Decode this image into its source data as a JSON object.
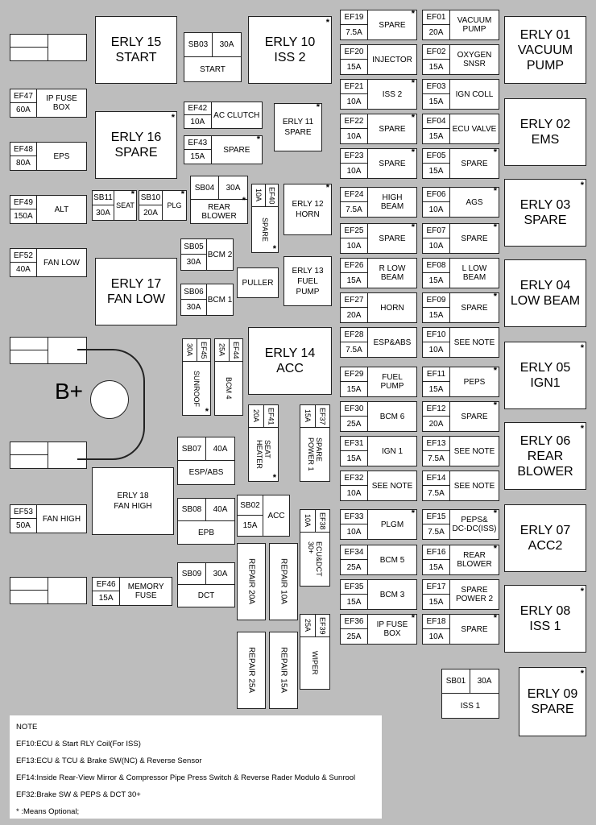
{
  "relays": {
    "erly15": "ERLY 15\nSTART",
    "erly10": "ERLY 10\nISS 2",
    "erly16": "ERLY 16\nSPARE",
    "erly11": "ERLY 11\nSPARE",
    "erly12": "ERLY 12\nHORN",
    "erly13": "ERLY 13\nFUEL\nPUMP",
    "erly17": "ERLY 17\nFAN LOW",
    "erly14": "ERLY 14\nACC",
    "erly18": "ERLY 18\nFAN HIGH",
    "erly01": "ERLY 01\nVACUUM\nPUMP",
    "erly02": "ERLY 02\nEMS",
    "erly03": "ERLY 03\nSPARE",
    "erly04": "ERLY 04\nLOW BEAM",
    "erly05": "ERLY 05\nIGN1",
    "erly06": "ERLY 06\nREAR\nBLOWER",
    "erly07": "ERLY 07\nACC2",
    "erly08": "ERLY 08\nISS 1",
    "erly09": "ERLY 09\nSPARE",
    "puller": "PULLER",
    "bplus": "B+"
  },
  "sb": {
    "sb03": {
      "id": "SB03",
      "amp": "30A",
      "label": "START"
    },
    "sb04": {
      "id": "SB04",
      "amp": "30A",
      "label": "REAR\nBLOWER"
    },
    "sb05": {
      "id": "SB05",
      "amp": "30A",
      "label": "BCM 2"
    },
    "sb06": {
      "id": "SB06",
      "amp": "30A",
      "label": "BCM 1"
    },
    "sb07": {
      "id": "SB07",
      "amp": "40A",
      "label": "ESP/ABS"
    },
    "sb08": {
      "id": "SB08",
      "amp": "40A",
      "label": "EPB"
    },
    "sb09": {
      "id": "SB09",
      "amp": "30A",
      "label": "DCT"
    },
    "sb02": {
      "id": "SB02",
      "amp": "15A",
      "label": "ACC"
    },
    "sb01": {
      "id": "SB01",
      "amp": "30A",
      "label": "ISS 1"
    },
    "sb11": {
      "id": "SB11",
      "amp": "30A",
      "label": "SEAT"
    },
    "sb10": {
      "id": "SB10",
      "amp": "20A",
      "label": "PLG"
    }
  },
  "left_fuses": {
    "ef47": {
      "id": "EF47",
      "amp": "60A",
      "label": "IP FUSE\nBOX"
    },
    "ef48": {
      "id": "EF48",
      "amp": "80A",
      "label": "EPS"
    },
    "ef49": {
      "id": "EF49",
      "amp": "150A",
      "label": "ALT"
    },
    "ef52": {
      "id": "EF52",
      "amp": "40A",
      "label": "FAN LOW"
    },
    "ef53": {
      "id": "EF53",
      "amp": "50A",
      "label": "FAN HIGH"
    },
    "ef46": {
      "id": "EF46",
      "amp": "15A",
      "label": "MEMORY\nFUSE"
    },
    "ef42": {
      "id": "EF42",
      "amp": "10A",
      "label": "AC CLUTCH"
    },
    "ef43": {
      "id": "EF43",
      "amp": "15A",
      "label": "SPARE"
    }
  },
  "vertical_fuses": {
    "ef40": {
      "id": "EF40",
      "amp": "10A",
      "label": "SPARE"
    },
    "ef45": {
      "id": "EF45",
      "amp": "30A",
      "label": "SUNROOF"
    },
    "ef44": {
      "id": "EF44",
      "amp": "25A",
      "label": "BCM 4"
    },
    "ef41": {
      "id": "EF41",
      "amp": "20A",
      "label": "SEAT\nHEATER"
    },
    "ef37": {
      "id": "EF37",
      "amp": "15A",
      "label": "SPARE\nPOWER 1"
    },
    "ef38": {
      "id": "EF38",
      "amp": "10A",
      "label": "ECU&DCT\n30+"
    },
    "ef39": {
      "id": "EF39",
      "amp": "25A",
      "label": "WIPER"
    }
  },
  "repairs": {
    "r1": "REPAIR 20A",
    "r2": "REPAIR 10A",
    "r3": "REPAIR 25A",
    "r4": "REPAIR 15A"
  },
  "col1": [
    {
      "id": "EF19",
      "amp": "7.5A",
      "label": "SPARE"
    },
    {
      "id": "EF20",
      "amp": "15A",
      "label": "INJECTOR"
    },
    {
      "id": "EF21",
      "amp": "10A",
      "label": "ISS 2"
    },
    {
      "id": "EF22",
      "amp": "10A",
      "label": "SPARE"
    },
    {
      "id": "EF23",
      "amp": "10A",
      "label": "SPARE"
    },
    {
      "id": "EF24",
      "amp": "7.5A",
      "label": "HIGH\nBEAM"
    },
    {
      "id": "EF25",
      "amp": "10A",
      "label": "SPARE"
    },
    {
      "id": "EF26",
      "amp": "15A",
      "label": "R LOW\nBEAM"
    },
    {
      "id": "EF27",
      "amp": "20A",
      "label": "HORN"
    },
    {
      "id": "EF28",
      "amp": "7.5A",
      "label": "ESP&ABS"
    },
    {
      "id": "EF29",
      "amp": "15A",
      "label": "FUEL\nPUMP"
    },
    {
      "id": "EF30",
      "amp": "25A",
      "label": "BCM 6"
    },
    {
      "id": "EF31",
      "amp": "15A",
      "label": "IGN 1"
    },
    {
      "id": "EF32",
      "amp": "10A",
      "label": "SEE NOTE"
    },
    {
      "id": "EF33",
      "amp": "10A",
      "label": "PLGM"
    },
    {
      "id": "EF34",
      "amp": "25A",
      "label": "BCM 5"
    },
    {
      "id": "EF35",
      "amp": "15A",
      "label": "BCM 3"
    },
    {
      "id": "EF36",
      "amp": "25A",
      "label": "IP FUSE\nBOX"
    }
  ],
  "col2": [
    {
      "id": "EF01",
      "amp": "20A",
      "label": "VACUUM\nPUMP"
    },
    {
      "id": "EF02",
      "amp": "15A",
      "label": "OXYGEN\nSNSR"
    },
    {
      "id": "EF03",
      "amp": "15A",
      "label": "IGN COLL"
    },
    {
      "id": "EF04",
      "amp": "15A",
      "label": "ECU VALVE"
    },
    {
      "id": "EF05",
      "amp": "15A",
      "label": "SPARE"
    },
    {
      "id": "EF06",
      "amp": "10A",
      "label": "AGS"
    },
    {
      "id": "EF07",
      "amp": "10A",
      "label": "SPARE"
    },
    {
      "id": "EF08",
      "amp": "15A",
      "label": "L LOW\nBEAM"
    },
    {
      "id": "EF09",
      "amp": "15A",
      "label": "SPARE"
    },
    {
      "id": "EF10",
      "amp": "10A",
      "label": "SEE NOTE"
    },
    {
      "id": "EF11",
      "amp": "15A",
      "label": "PEPS"
    },
    {
      "id": "EF12",
      "amp": "20A",
      "label": "SPARE"
    },
    {
      "id": "EF13",
      "amp": "7.5A",
      "label": "SEE NOTE"
    },
    {
      "id": "EF14",
      "amp": "7.5A",
      "label": "SEE NOTE"
    },
    {
      "id": "EF15",
      "amp": "7.5A",
      "label": "PEPS&\nDC-DC(ISS)"
    },
    {
      "id": "EF16",
      "amp": "15A",
      "label": "REAR\nBLOWER"
    },
    {
      "id": "EF17",
      "amp": "15A",
      "label": "SPARE\nPOWER 2"
    },
    {
      "id": "EF18",
      "amp": "10A",
      "label": "SPARE"
    }
  ],
  "notes": {
    "title": "NOTE",
    "n1": "EF10:ECU & Start RLY Coil(For ISS)",
    "n2": "EF13:ECU & TCU & Brake SW(NC) & Reverse Sensor",
    "n3": "EF14:Inside Rear-View Mirror & Compressor Pipe Press Switch & Reverse Rader Modulo & Sunrool",
    "n4": "EF32:Brake SW & PEPS & DCT 30+",
    "n5": "* :Means Optional;"
  },
  "star": "*"
}
